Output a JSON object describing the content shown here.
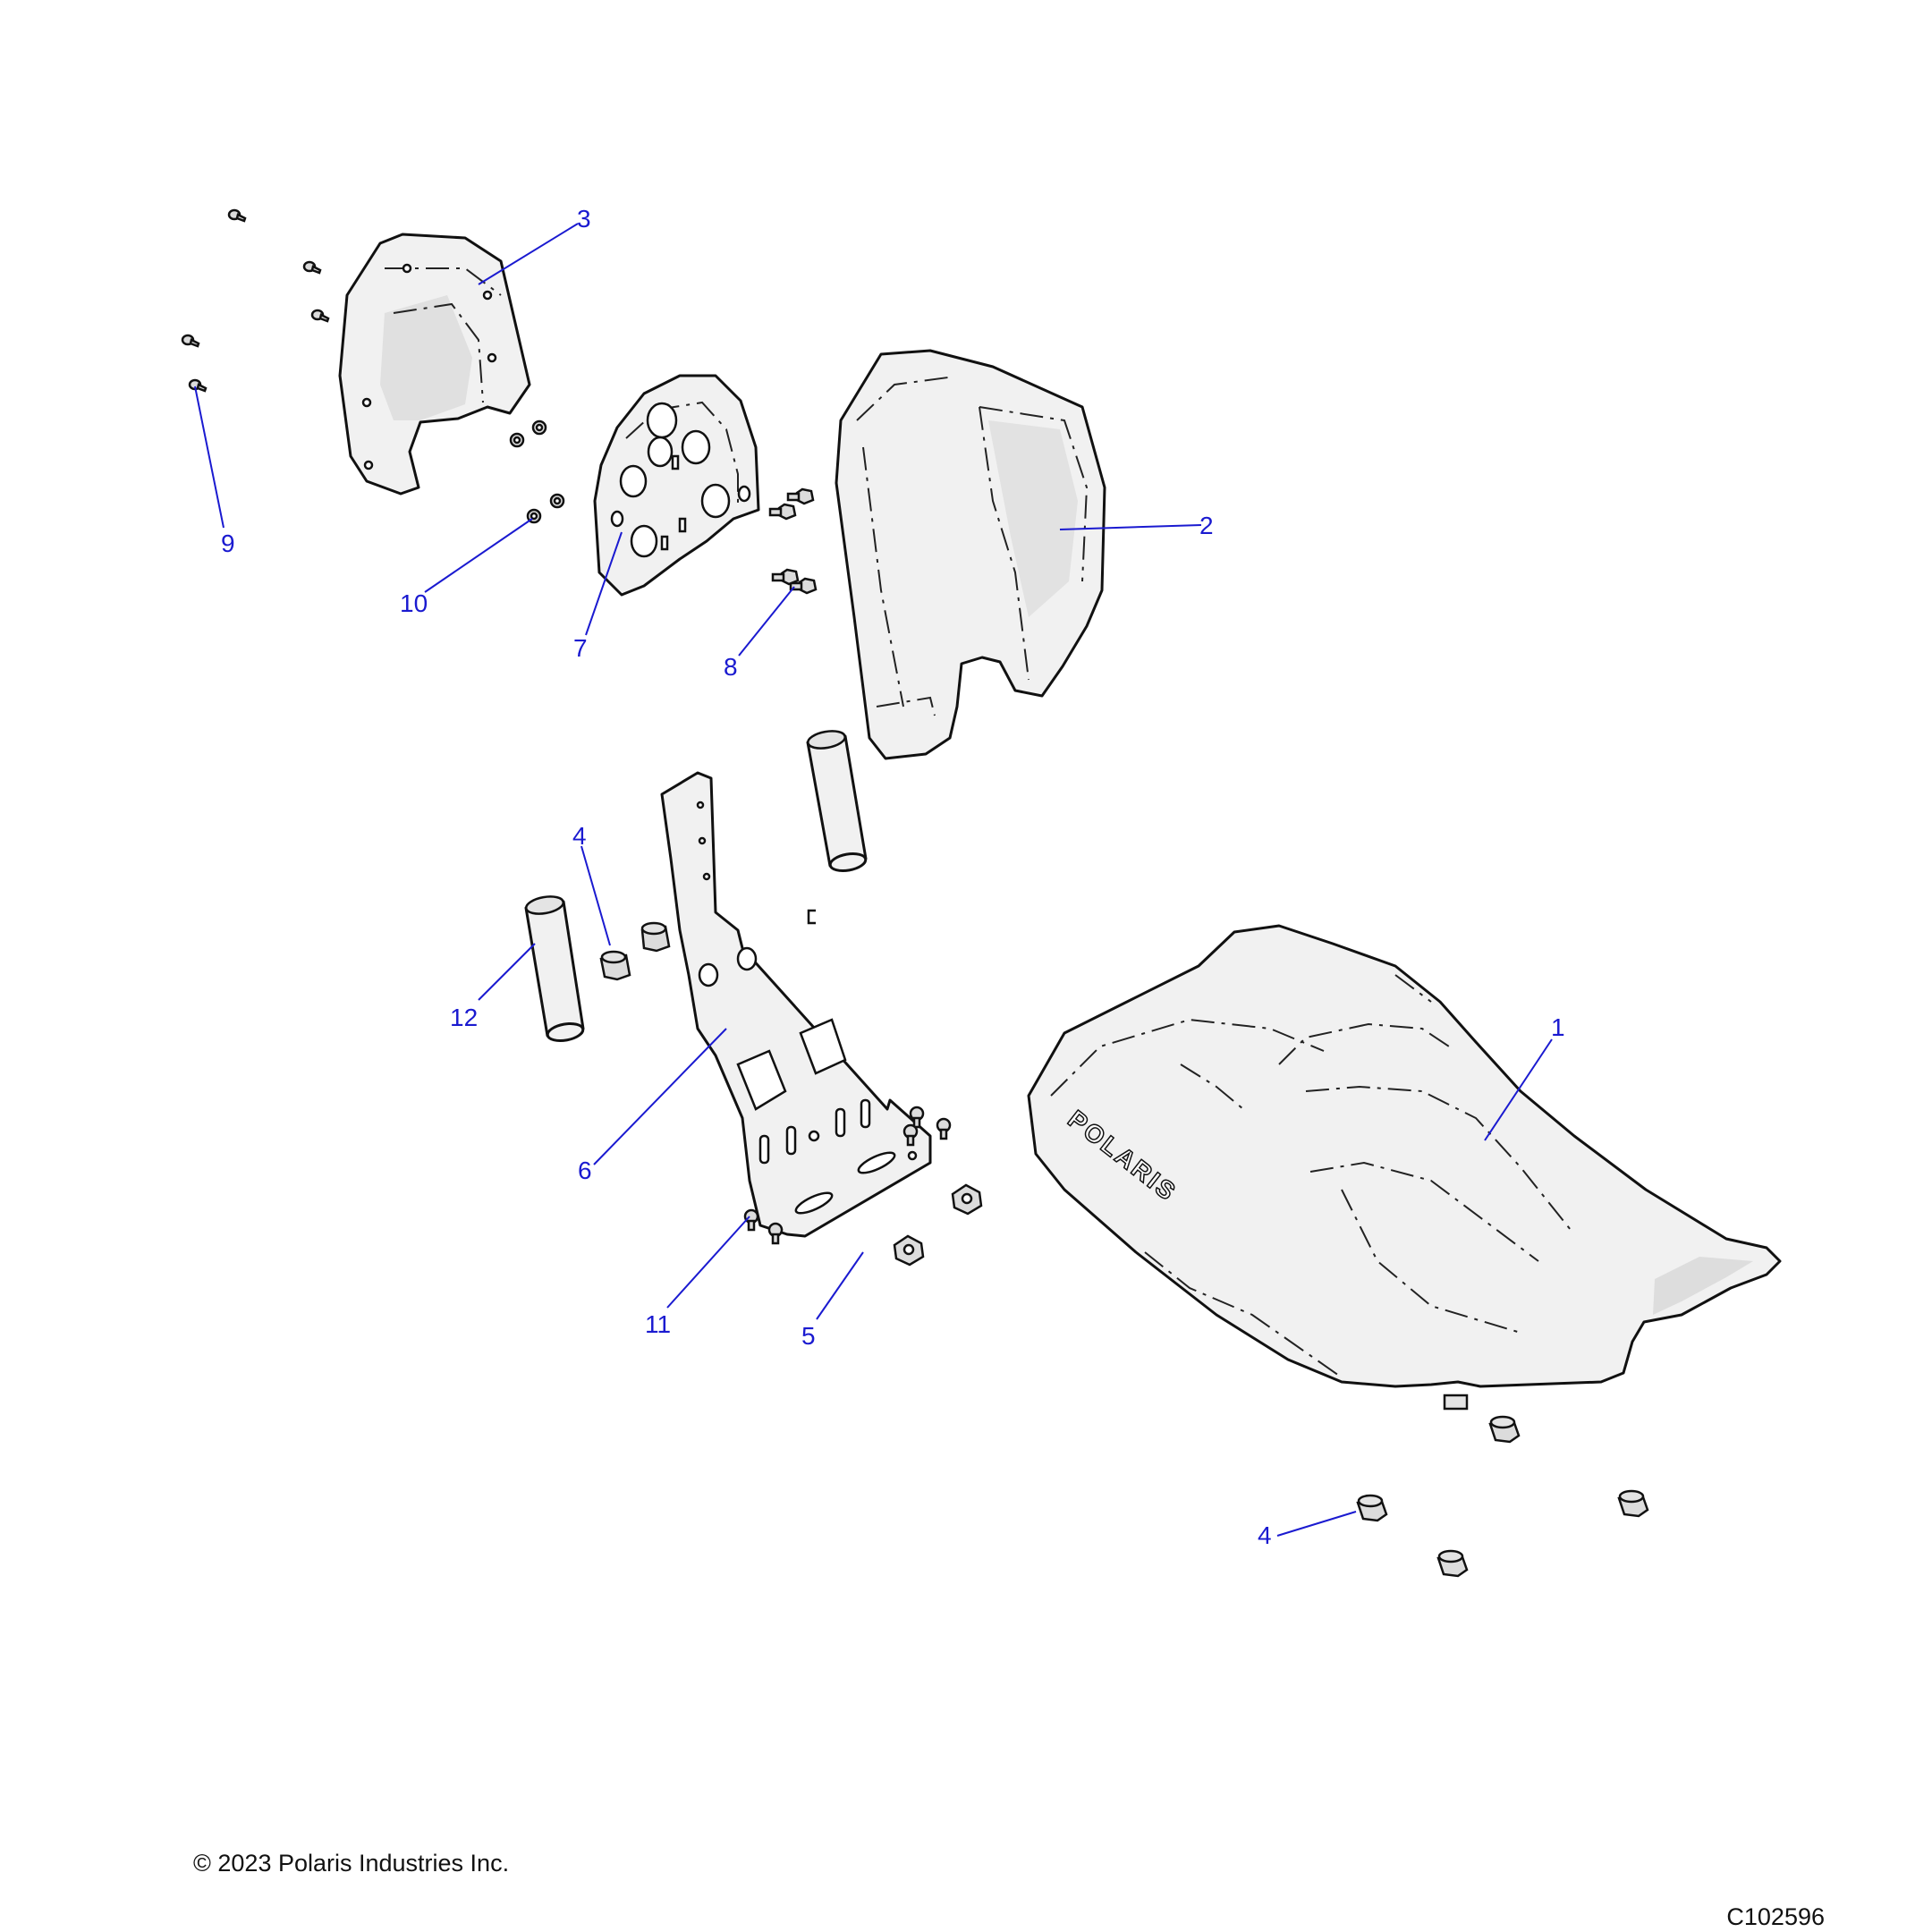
{
  "diagram": {
    "callouts": [
      {
        "id": "c1",
        "label": "1"
      },
      {
        "id": "c2",
        "label": "2"
      },
      {
        "id": "c3",
        "label": "3"
      },
      {
        "id": "c4a",
        "label": "4"
      },
      {
        "id": "c4b",
        "label": "4"
      },
      {
        "id": "c5",
        "label": "5"
      },
      {
        "id": "c6",
        "label": "6"
      },
      {
        "id": "c7",
        "label": "7"
      },
      {
        "id": "c8",
        "label": "8"
      },
      {
        "id": "c9",
        "label": "9"
      },
      {
        "id": "c10",
        "label": "10"
      },
      {
        "id": "c11",
        "label": "11"
      },
      {
        "id": "c12",
        "label": "12"
      }
    ],
    "seat_logo": "POLARIS"
  },
  "footer": {
    "copyright": "© 2023 Polaris Industries Inc.",
    "drawing_id": "C102596"
  },
  "colors": {
    "callout": "#1a1ad0",
    "line": "#111111",
    "part_fill": "#f1f1f1"
  }
}
